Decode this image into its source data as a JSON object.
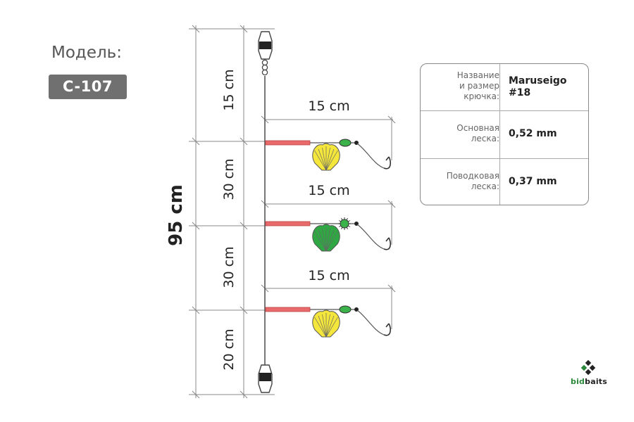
{
  "header": {
    "model_label": "Модель:",
    "model_code": "C-107"
  },
  "diagram": {
    "total_length": "95 cm",
    "segments": [
      "15 cm",
      "30 cm",
      "30 cm",
      "20 cm"
    ],
    "dropper_length": "15 cm",
    "droppers": [
      {
        "length": "15 cm",
        "shell_color": "#f5e63c",
        "bead": "oval",
        "bead_color": "#3bb34a"
      },
      {
        "length": "15 cm",
        "shell_color": "#2fa844",
        "bead": "spiky",
        "bead_color": "#3bb34a"
      },
      {
        "length": "15 cm",
        "shell_color": "#f5e63c",
        "bead": "oval",
        "bead_color": "#3bb34a"
      }
    ],
    "colors": {
      "line": "#555555",
      "dimension": "#888888",
      "tube": "#e96a6a"
    }
  },
  "specs": [
    {
      "label": "Название\nи размер\nкрючка:",
      "value": "Maruseigo\n#18"
    },
    {
      "label": "Основная\nлеска:",
      "value": "0,52 mm"
    },
    {
      "label": "Поводковая\nлеска:",
      "value": "0,37 mm"
    }
  ],
  "brand": {
    "part1": "bid",
    "part2": "baits"
  }
}
